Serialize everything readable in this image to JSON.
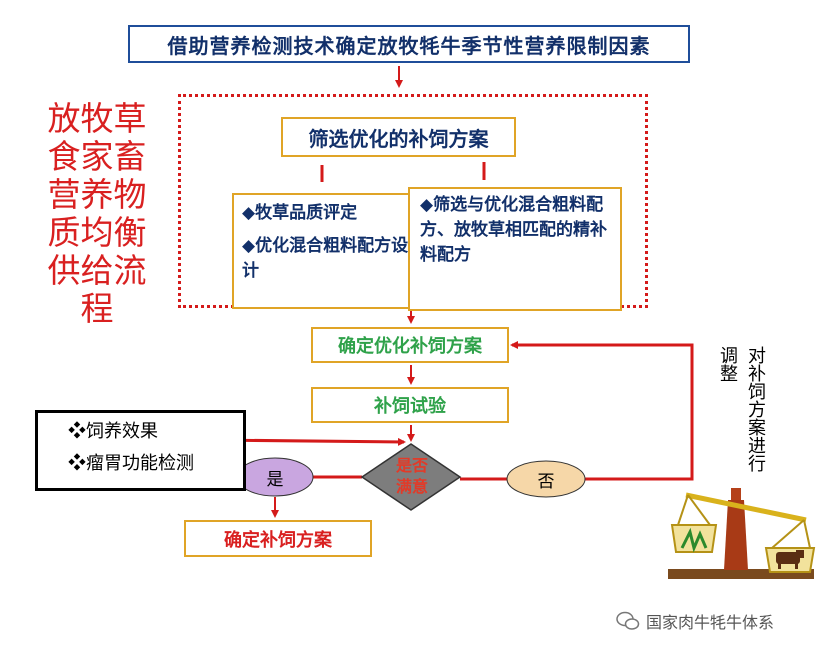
{
  "title": "借助营养检测技术确定放牧牦牛季节性营养限制因素",
  "side_title": "放牧草食家畜营养物质均衡供给流程",
  "screen_box": "筛选优化的补饲方案",
  "left_box": {
    "item1": "◆牧草品质评定",
    "item2": "◆优化混合粗料配方设计"
  },
  "right_box": {
    "item1": "◆筛选与优化混合粗料配方、放牧草相匹配的精补料配方"
  },
  "confirm_optimized": "确定优化补饲方案",
  "trial": "补饲试验",
  "effects": {
    "item1": "❖饲养效果",
    "item2": "❖瘤胃功能检测"
  },
  "decision": {
    "line1": "是否",
    "line2": "满意"
  },
  "yes": "是",
  "no": "否",
  "adjust": "对补饲方案进行调整",
  "final": "确定补饲方案",
  "watermark": "国家肉牛牦牛体系",
  "colors": {
    "title_border": "#1f4e9a",
    "box_border": "#e0a426",
    "arrow": "#d41a1a",
    "green_text": "#2fa24a",
    "yes_fill": "#c9a6e0",
    "no_fill": "#f6d7a8",
    "diamond_fill": "#7d7d7d"
  }
}
